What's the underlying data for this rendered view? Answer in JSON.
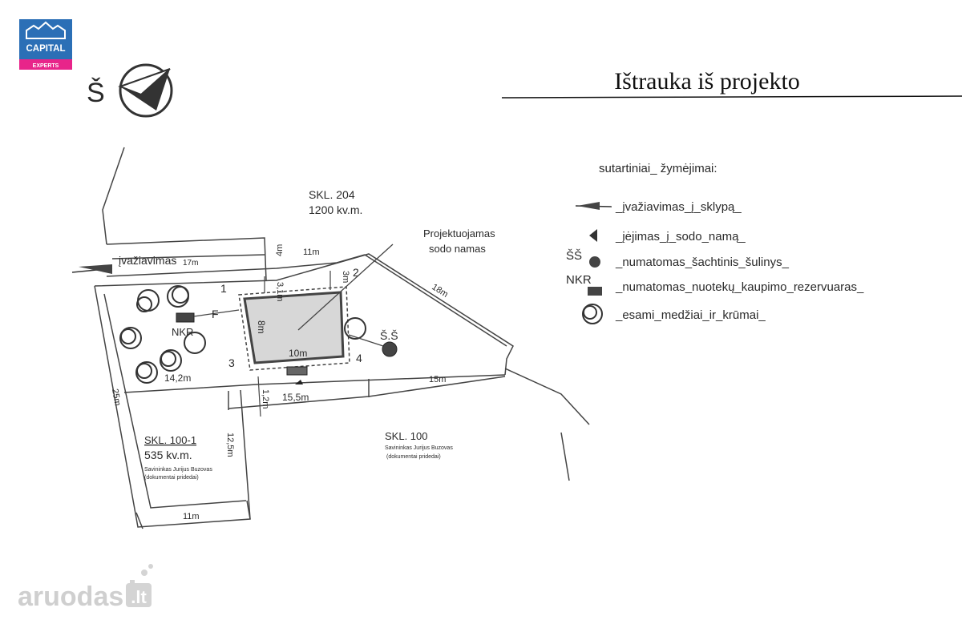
{
  "logo": {
    "line1": "CAPITAL",
    "line2": "EXPERTS",
    "brand_color": "#2b6fb6",
    "accent_color": "#e8248a"
  },
  "header": {
    "title": "Ištrauka iš projekto"
  },
  "compass": {
    "letter": "Š"
  },
  "legend": {
    "heading": "sutartiniai_ žymėjimai:",
    "items": [
      {
        "label": "_įvažiavimas_į_sklypą_"
      },
      {
        "label": "_įėjimas_į_sodo_namą_"
      },
      {
        "prefix": "ŠŠ",
        "label": "_numatomas_šachtinis_šulinys_"
      },
      {
        "prefix": "NKR",
        "label": "_numatomas_nuotekų_kaupimo_rezervuaras_"
      },
      {
        "label": "_esami_medžiai_ir_krūmai_"
      }
    ]
  },
  "plan": {
    "skl204": {
      "name": "SKL. 204",
      "area": "1200 kv.m."
    },
    "skl100_1": {
      "name": "SKL. 100-1",
      "area": "535 kv.m.",
      "owner": "Savininkas Jurijus Buzovas",
      "docs": "(dokumentai pridedai)"
    },
    "skl100": {
      "name": "SKL. 100",
      "owner": "Savininkas Jurijus Buzovas",
      "docs": "(dokumentai pridedai)"
    },
    "entry_label": "įvažiavimas",
    "house_label_1": "Projektuojamas",
    "house_label_2": "sodo namas",
    "nkr": "NKR",
    "f": "F",
    "ss": "Š.Š",
    "corners": [
      "1",
      "2",
      "3",
      "4"
    ],
    "dims": {
      "d17": "17m",
      "d4": "4m",
      "d11top": "11m",
      "d31": "3,1m",
      "d3": "3m",
      "d18": "18m",
      "d8": "8m",
      "d10": "10m",
      "d142": "14,2m",
      "d15": "15m",
      "d155": "15,5m",
      "d12": "1,2m",
      "d25": "25m",
      "d125": "12,5m",
      "d11bot": "11m"
    }
  },
  "watermark": {
    "text": "aruodas",
    "suffix": ".lt"
  }
}
